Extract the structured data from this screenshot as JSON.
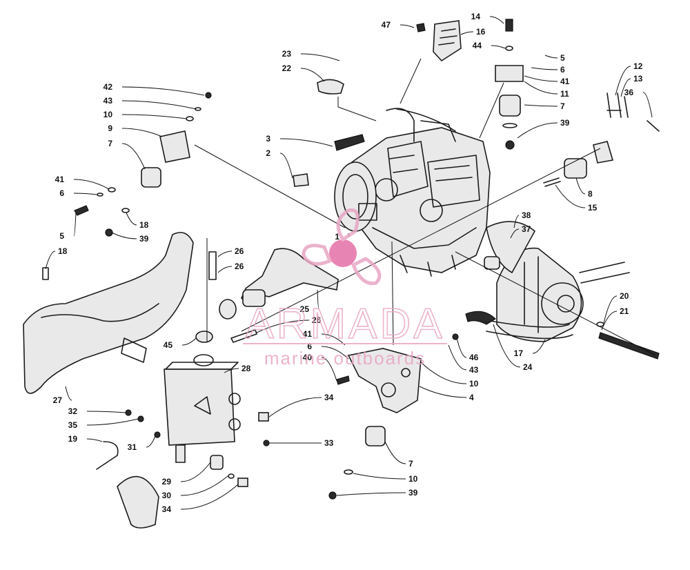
{
  "diagram": {
    "callouts": [
      {
        "n": "47"
      },
      {
        "n": "16"
      },
      {
        "n": "14"
      },
      {
        "n": "44"
      },
      {
        "n": "5"
      },
      {
        "n": "6"
      },
      {
        "n": "41"
      },
      {
        "n": "11"
      },
      {
        "n": "7"
      },
      {
        "n": "39"
      },
      {
        "n": "12"
      },
      {
        "n": "13"
      },
      {
        "n": "36"
      },
      {
        "n": "8"
      },
      {
        "n": "15"
      },
      {
        "n": "23"
      },
      {
        "n": "22"
      },
      {
        "n": "42"
      },
      {
        "n": "43"
      },
      {
        "n": "10"
      },
      {
        "n": "9"
      },
      {
        "n": "7"
      },
      {
        "n": "3"
      },
      {
        "n": "2"
      },
      {
        "n": "41"
      },
      {
        "n": "6"
      },
      {
        "n": "5"
      },
      {
        "n": "18"
      },
      {
        "n": "39"
      },
      {
        "n": "1"
      },
      {
        "n": "26"
      },
      {
        "n": "26"
      },
      {
        "n": "18"
      },
      {
        "n": "38"
      },
      {
        "n": "37"
      },
      {
        "n": "25"
      },
      {
        "n": "26"
      },
      {
        "n": "41"
      },
      {
        "n": "6"
      },
      {
        "n": "40"
      },
      {
        "n": "45"
      },
      {
        "n": "27"
      },
      {
        "n": "28"
      },
      {
        "n": "46"
      },
      {
        "n": "43"
      },
      {
        "n": "10"
      },
      {
        "n": "4"
      },
      {
        "n": "20"
      },
      {
        "n": "21"
      },
      {
        "n": "17"
      },
      {
        "n": "24"
      },
      {
        "n": "32"
      },
      {
        "n": "35"
      },
      {
        "n": "19"
      },
      {
        "n": "34"
      },
      {
        "n": "33"
      },
      {
        "n": "31"
      },
      {
        "n": "7"
      },
      {
        "n": "10"
      },
      {
        "n": "39"
      },
      {
        "n": "29"
      },
      {
        "n": "30"
      },
      {
        "n": "34"
      }
    ]
  },
  "watermark": {
    "brand": "ARMADA",
    "tagline": "marine outboards",
    "color": "#e8a6c4",
    "accent": "#e46fa6"
  }
}
